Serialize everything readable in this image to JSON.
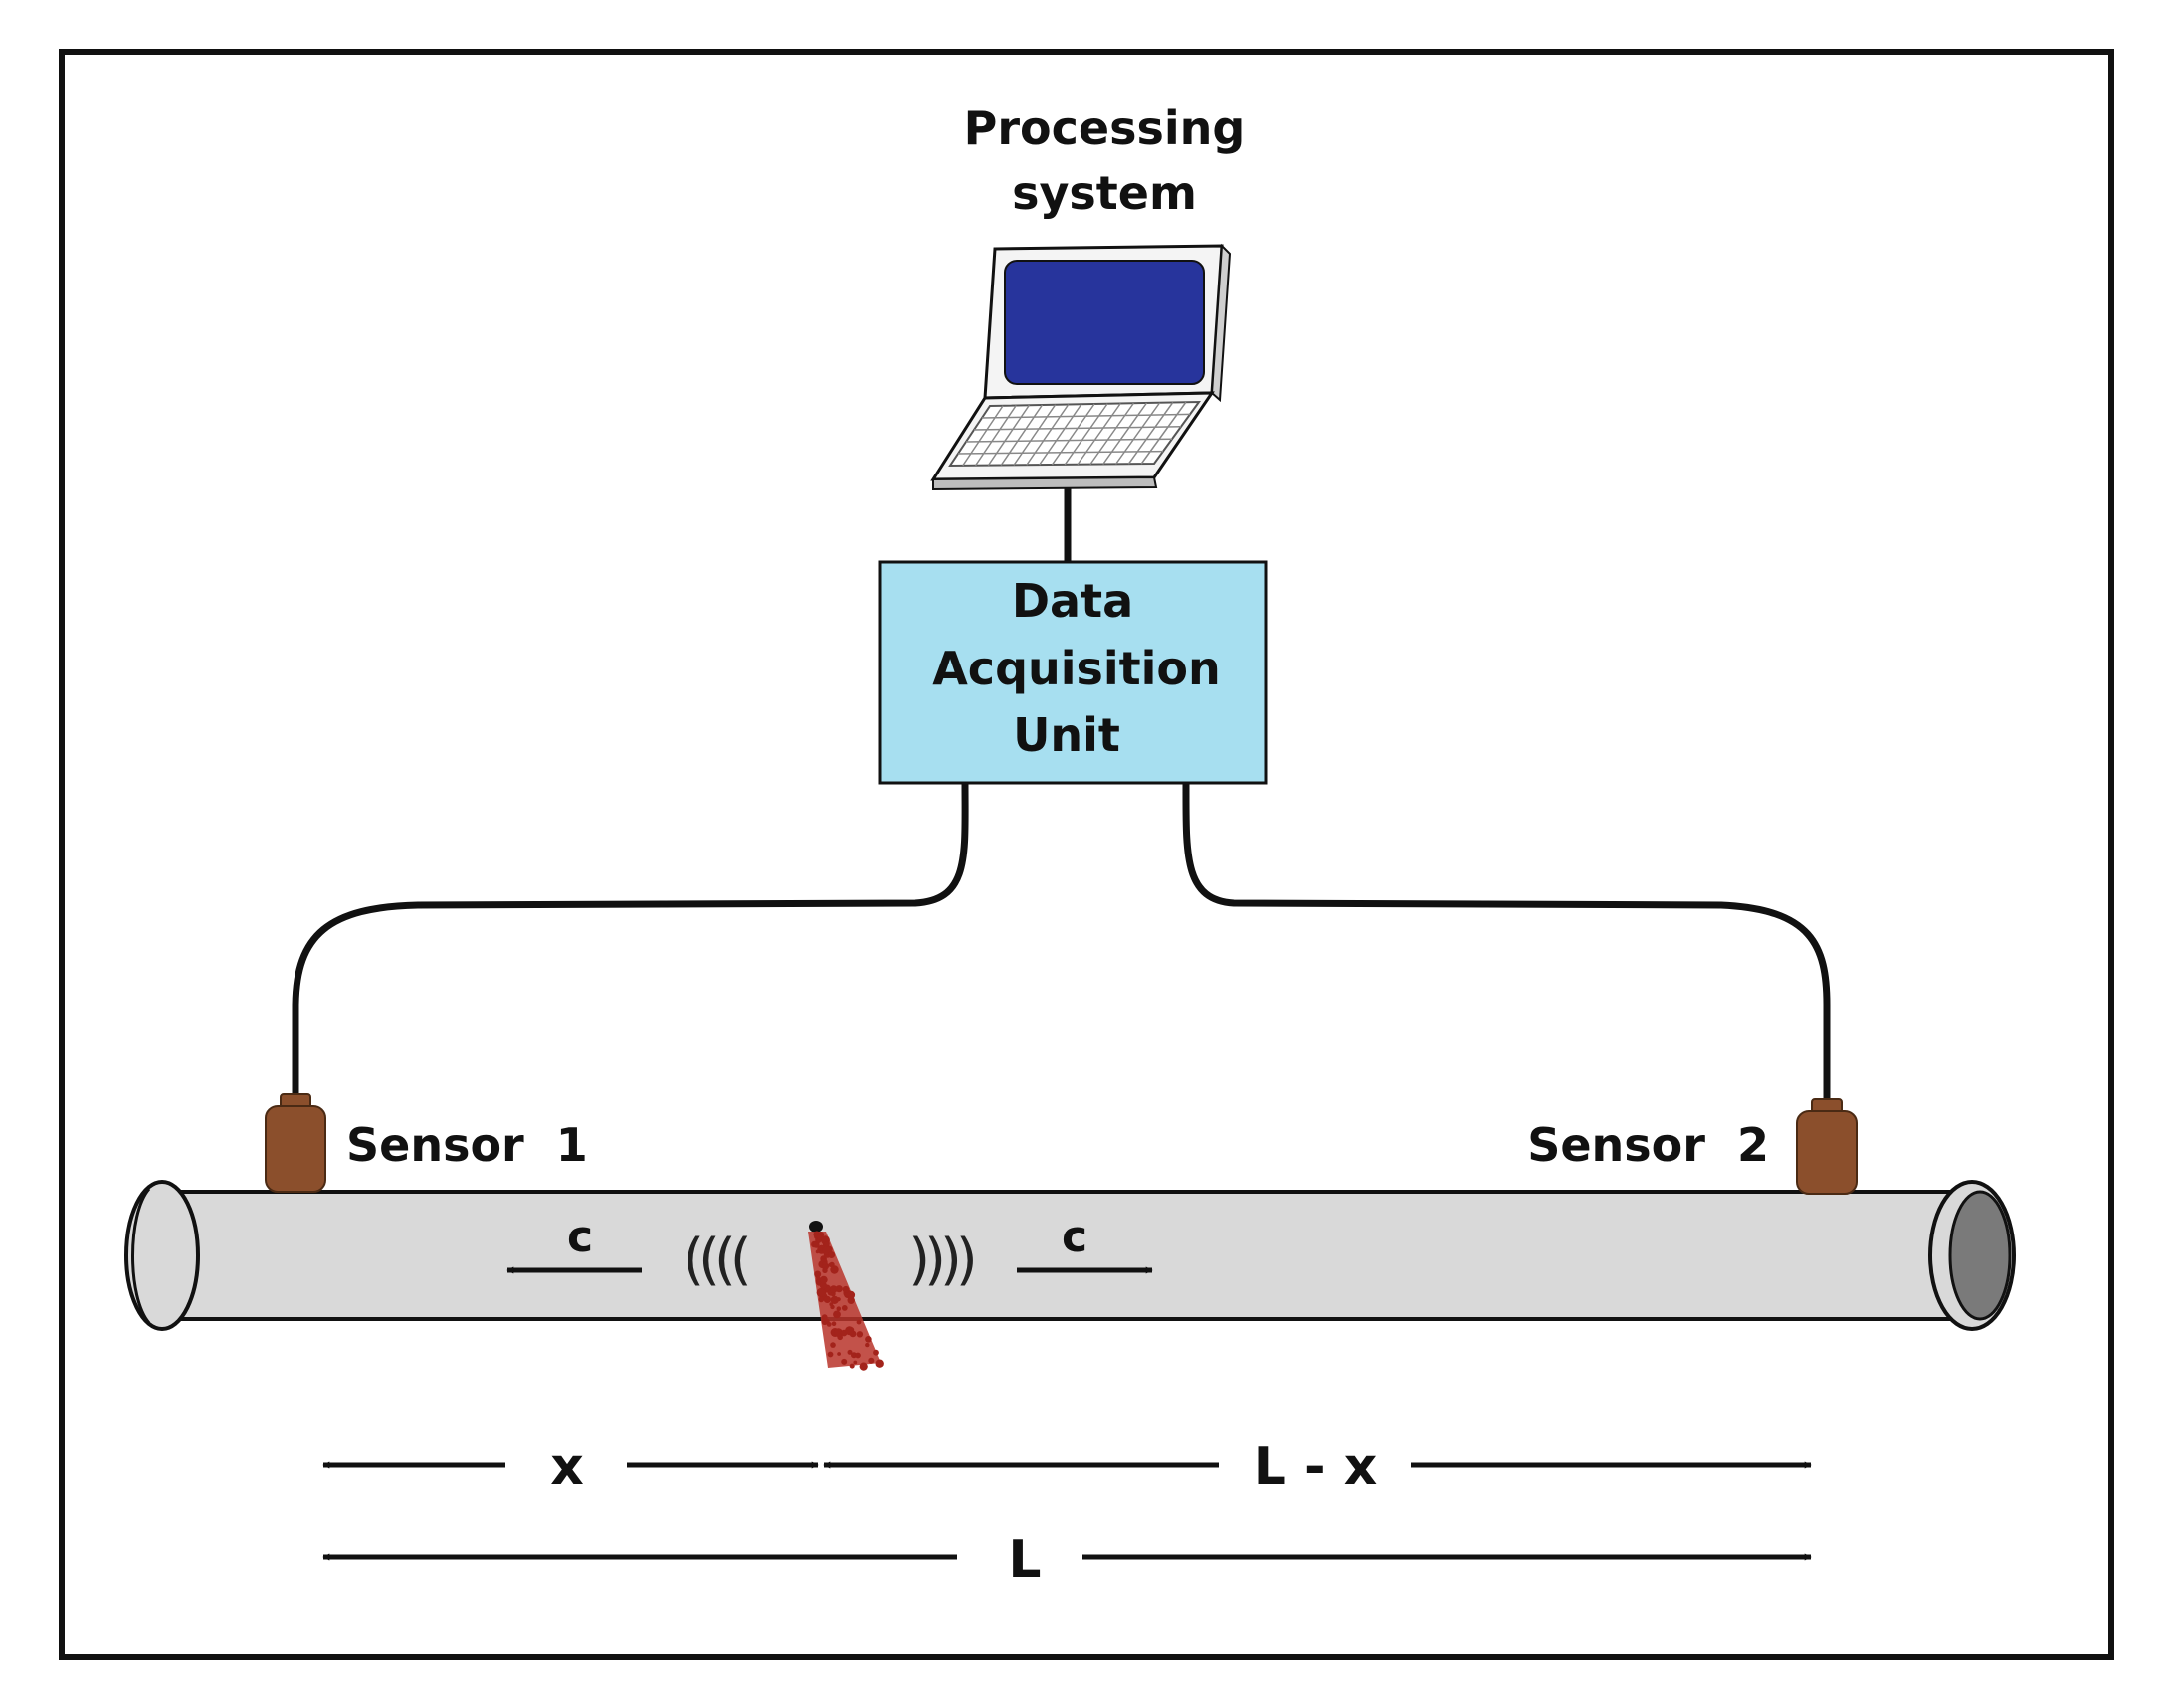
{
  "computer": {
    "label_line1": "Processing",
    "label_line2": "system"
  },
  "daq": {
    "label_line1": "Data",
    "label_line2": "Acquisition",
    "label_line3": "Unit"
  },
  "sensor1": {
    "label": "Sensor  1"
  },
  "sensor2": {
    "label": "Sensor  2"
  },
  "wave": {
    "left_speed": "c",
    "right_speed": "c",
    "left_symbol": "((((",
    "right_symbol": "))))"
  },
  "dimensions": {
    "x_label": "x",
    "lx_label": "L - x",
    "l_label": "L"
  },
  "colors": {
    "screen": "#27349c",
    "daq_fill": "#a7dff0",
    "pipe_fill": "#d9d9d9",
    "sensor_fill": "#8b4f2c",
    "leak": "#b8342a"
  }
}
